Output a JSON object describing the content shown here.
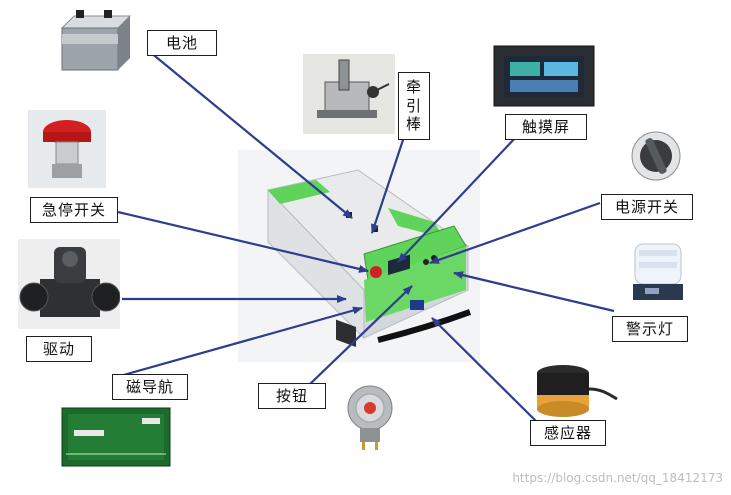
{
  "labels": {
    "battery": "电池",
    "tow_bar": [
      "牵",
      "引",
      "棒"
    ],
    "touch_screen": "触摸屏",
    "e_stop": "急停开关",
    "power_switch": "电源开关",
    "drive": "驱动",
    "warning_light": "警示灯",
    "magnetic_nav": "磁导航",
    "button": "按钮",
    "sensor": "感应器"
  },
  "watermark": "https://blog.csdn.net/qq_18412173",
  "colors": {
    "arrow": "#2e3d8f",
    "agv_body": "#eef0f2",
    "agv_panel": "#5fd35a",
    "estop_red": "#d31f1f",
    "screen_dark": "#1c2a3a",
    "screen_teal": "#3fb0a8"
  }
}
